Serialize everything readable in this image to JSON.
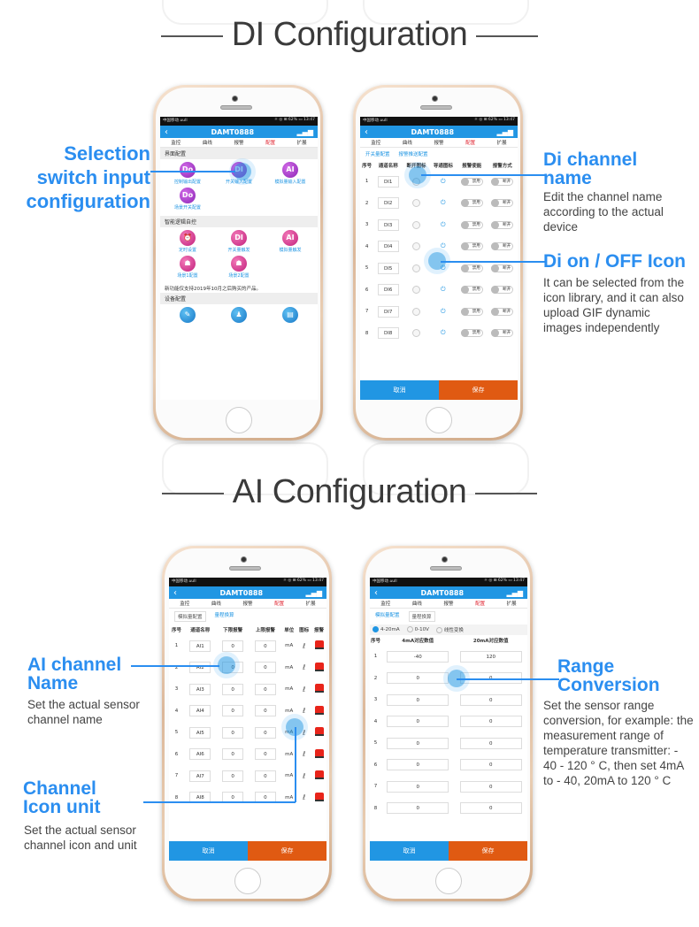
{
  "sections": {
    "di_title": "DI Configuration",
    "ai_title": "AI Configuration"
  },
  "app": {
    "title": "DAMT0888",
    "back": "‹",
    "status_left": "中国移动 ⌂ull",
    "status_right": "☼ ◎ ⊞ 62% ▭ 13:47",
    "tabs": [
      "监控",
      "曲线",
      "报警",
      "配置",
      "扩展"
    ],
    "active_tab": "配置",
    "cancel": "取消",
    "save": "保存"
  },
  "phone1": {
    "sec1": "界面配置",
    "icons1": [
      {
        "g": "Do",
        "l": "控制输出配置",
        "c": "purple"
      },
      {
        "g": "DI",
        "l": "开关输入配置",
        "c": "purple"
      },
      {
        "g": "AI",
        "l": "模拟量输入配置",
        "c": "purple"
      },
      {
        "g": "Do",
        "l": "场景开关配置",
        "c": "purple"
      }
    ],
    "sec2": "智能逻辑自控",
    "icons2": [
      {
        "g": "⏰",
        "l": "定时设置",
        "c": "pink"
      },
      {
        "g": "DI",
        "l": "开关量触发",
        "c": "pink"
      },
      {
        "g": "AI",
        "l": "模拟量触发",
        "c": "pink"
      },
      {
        "g": "☗",
        "l": "场景1配置",
        "c": "pink"
      },
      {
        "g": "☗",
        "l": "场景2配置",
        "c": "pink"
      }
    ],
    "note": "新功能仅支持2019年10月之后购买的产品。",
    "sec3": "设备配置",
    "icons3": [
      {
        "g": "✎",
        "l": "",
        "c": "blue"
      },
      {
        "g": "♟",
        "l": "",
        "c": "blue"
      },
      {
        "g": "▤",
        "l": "",
        "c": "blue"
      }
    ]
  },
  "phone2": {
    "subtabs": [
      "开关量配置",
      "报警推送配置"
    ],
    "headers": [
      "序号",
      "通道名称",
      "断开图标",
      "导通图标",
      "报警使能",
      "报警方式"
    ],
    "rows": [
      [
        "1",
        "DI1"
      ],
      [
        "2",
        "DI2"
      ],
      [
        "3",
        "DI3"
      ],
      [
        "4",
        "DI4"
      ],
      [
        "5",
        "DI5"
      ],
      [
        "6",
        "DI6"
      ],
      [
        "7",
        "DI7"
      ],
      [
        "8",
        "DI8"
      ]
    ],
    "alarm_enable": "禁用",
    "alarm_mode": "断开"
  },
  "phone3": {
    "subtabs": [
      "模拟量配置",
      "量程换算"
    ],
    "headers": [
      "序号",
      "通道名称",
      "下限报警",
      "上限报警",
      "单位",
      "图标",
      "报警"
    ],
    "rows": [
      [
        "1",
        "AI1"
      ],
      [
        "2",
        "AI2"
      ],
      [
        "3",
        "AI3"
      ],
      [
        "4",
        "AI4"
      ],
      [
        "5",
        "AI5"
      ],
      [
        "6",
        "AI6"
      ],
      [
        "7",
        "AI7"
      ],
      [
        "8",
        "AI8"
      ]
    ],
    "lower": "0",
    "upper": "0",
    "unit": "mA"
  },
  "phone4": {
    "subtabs": [
      "模拟量配置",
      "量程换算"
    ],
    "radios": [
      "4-20mA",
      "0-10V",
      "线性变换"
    ],
    "headers": [
      "序号",
      "4mA对应数值",
      "20mA对应数值"
    ],
    "rows": [
      [
        "1",
        "-40",
        "120"
      ],
      [
        "2",
        "0",
        "0"
      ],
      [
        "3",
        "0",
        "0"
      ],
      [
        "4",
        "0",
        "0"
      ],
      [
        "5",
        "0",
        "0"
      ],
      [
        "6",
        "0",
        "0"
      ],
      [
        "7",
        "0",
        "0"
      ],
      [
        "8",
        "0",
        "0"
      ]
    ]
  },
  "annotations": {
    "sel_title": "Selection switch input configuration",
    "di_name_title": "Di channel name",
    "di_name_desc": "Edit the channel name according to the actual device",
    "di_icon_title": "Di on / OFF Icon",
    "di_icon_desc": "It can be selected from the icon library, and it can also upload GIF dynamic images independently",
    "ai_name_title": "AI channel Name",
    "ai_name_desc": "Set the actual sensor channel name",
    "ai_icon_title": "Channel Icon unit",
    "ai_icon_desc": "Set the actual sensor channel icon and unit",
    "range_title": "Range Conversion",
    "range_desc": "Set the sensor range conversion, for example: the measurement range of temperature transmitter: - 40 - 120 ° C, then set 4mA to - 40, 20mA to 120 ° C"
  },
  "colors": {
    "accent": "#2196e3",
    "save": "#e05a12",
    "active_tab": "#e0232f",
    "annotation": "#2b8ef0"
  }
}
